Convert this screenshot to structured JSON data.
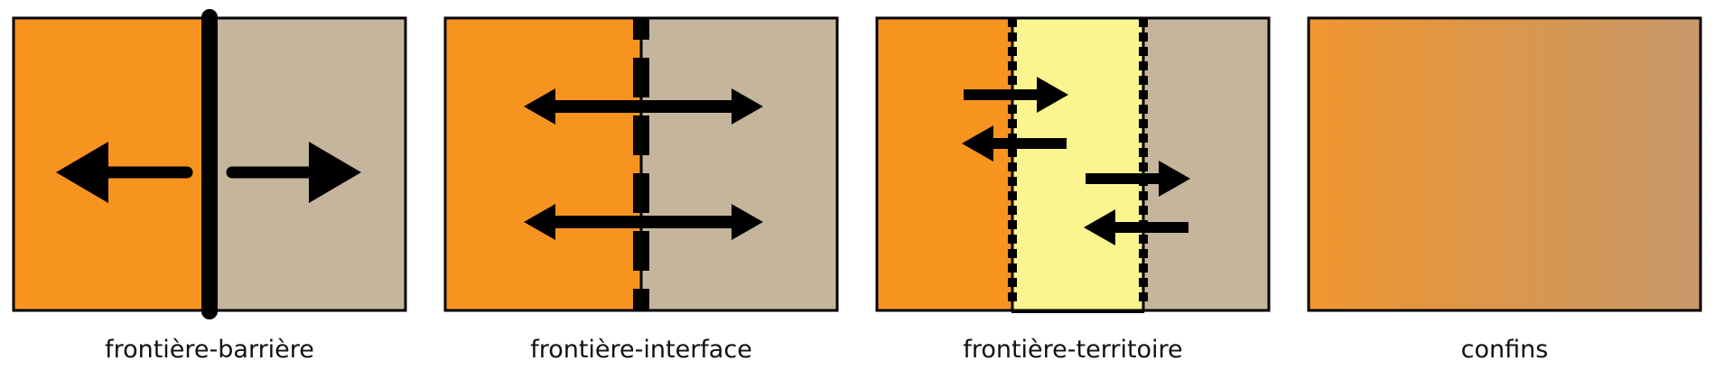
{
  "panels": [
    {
      "label": "frontière-barrière"
    },
    {
      "label": "frontière-interface"
    },
    {
      "label": "frontière-territoire"
    },
    {
      "label": "confins"
    }
  ],
  "colors": {
    "territory_a": "#F7941F",
    "territory_b": "#C4B59C",
    "transition_zone": "#FAF58E",
    "confins_gradient_start": "#EF962F",
    "confins_gradient_end": "#C7986A",
    "border": "#000000"
  }
}
